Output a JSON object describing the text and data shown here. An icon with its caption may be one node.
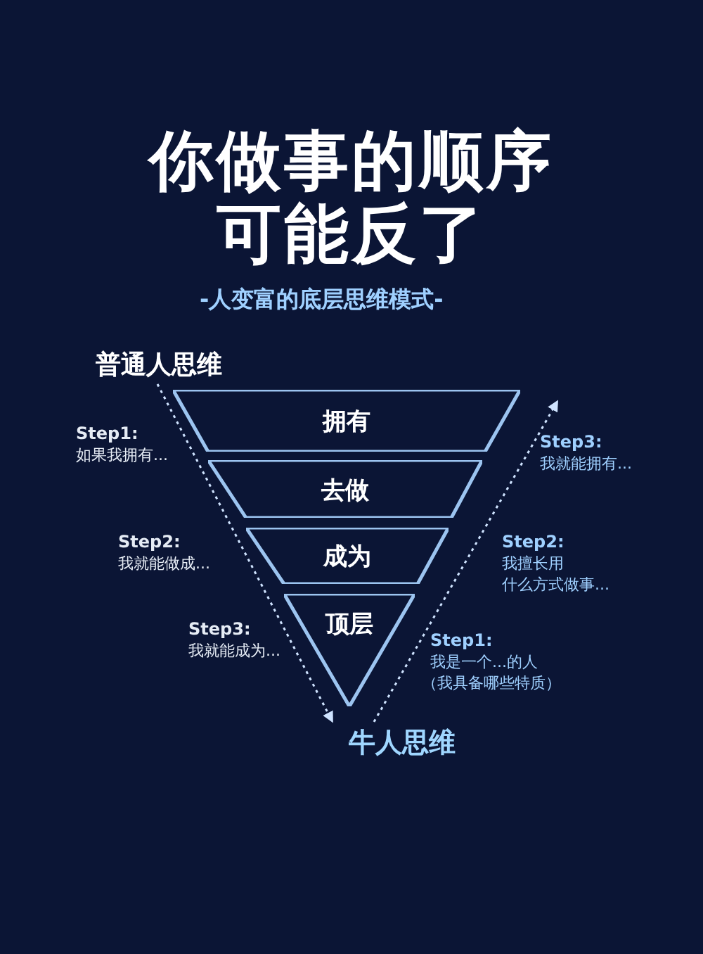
{
  "diagram": {
    "title": "你做事的顺序可能反了",
    "nodes": [
      {
        "text": [
          "普通人思维"
        ]
      },
      {
        "text": [
          "拥有"
        ]
      },
      {
        "text": [
          "去做"
        ]
      },
      {
        "text": [
          "成为"
        ]
      },
      {
        "text": [
          "顶层"
        ]
      },
      {
        "text": [
          "牛人思维"
        ]
      }
    ],
    "edges": [
      {
        "from": 0,
        "to": 5,
        "arrow": "to",
        "style": "dashed"
      },
      {
        "from": 5,
        "to": null,
        "arrow": "to",
        "style": "dashed"
      }
    ],
    "labels": [
      "-人变富的底层思维模式-",
      "Step1:",
      "如果我拥有...",
      "Step3:",
      "我就能拥有...",
      "Step2:",
      "我就能做成...",
      "Step2:",
      "我擅长用",
      "什么方式做事...",
      "Step3:",
      "我就能成为...",
      "Step1:",
      "我是一个...的人",
      "（我具备哪些特质）"
    ]
  }
}
